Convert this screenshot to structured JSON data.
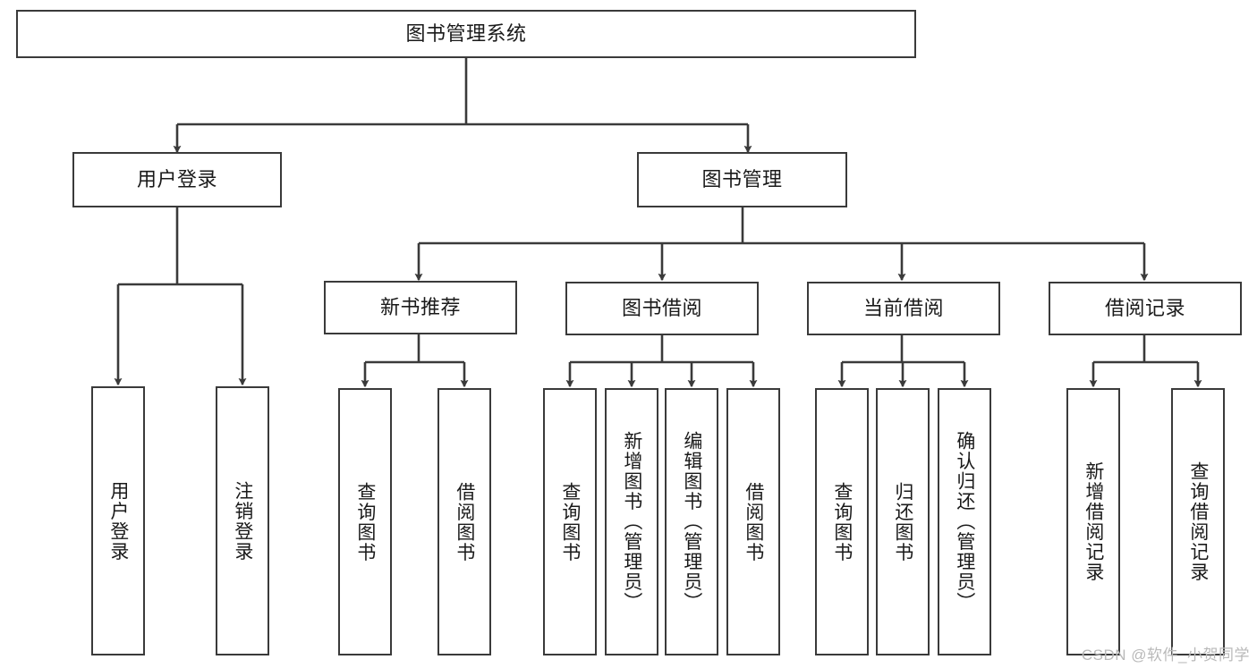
{
  "diagram": {
    "type": "tree-hierarchy",
    "title": "图书管理系统",
    "watermark": "CSDN @软件_小贺同学",
    "colors": {
      "box_border": "#3a3a3a",
      "connector": "#3a3a3a",
      "background": "#ffffff",
      "text": "#1a1a1a",
      "watermark": "#b9b9b9"
    },
    "levels": {
      "level1_label": "图书管理系统",
      "level2": [
        {
          "id": "user-login",
          "label": "用户登录"
        },
        {
          "id": "book-management",
          "label": "图书管理"
        }
      ],
      "level3": [
        {
          "id": "new-book-recommend",
          "label": "新书推荐"
        },
        {
          "id": "book-borrow",
          "label": "图书借阅"
        },
        {
          "id": "current-borrow",
          "label": "当前借阅"
        },
        {
          "id": "borrow-record",
          "label": "借阅记录"
        }
      ],
      "leaves": {
        "user-login": [
          {
            "id": "leaf-user-login",
            "label": "用户登录"
          },
          {
            "id": "leaf-logout-login",
            "label": "注销登录"
          }
        ],
        "new-book-recommend": [
          {
            "id": "leaf-query-book-1",
            "label": "查询图书"
          },
          {
            "id": "leaf-borrow-book-1",
            "label": "借阅图书"
          }
        ],
        "book-borrow": [
          {
            "id": "leaf-query-book-2",
            "label": "查询图书"
          },
          {
            "id": "leaf-add-book",
            "label": "新增图书（管理员）"
          },
          {
            "id": "leaf-edit-book",
            "label": "编辑图书（管理员）"
          },
          {
            "id": "leaf-borrow-book-2",
            "label": "借阅图书"
          }
        ],
        "current-borrow": [
          {
            "id": "leaf-query-book-3",
            "label": "查询图书"
          },
          {
            "id": "leaf-return-book",
            "label": "归还图书"
          },
          {
            "id": "leaf-confirm-return",
            "label": "确认归还（管理员）"
          }
        ],
        "borrow-record": [
          {
            "id": "leaf-add-record",
            "label": "新增借阅记录"
          },
          {
            "id": "leaf-query-record",
            "label": "查询借阅记录"
          }
        ]
      }
    }
  }
}
